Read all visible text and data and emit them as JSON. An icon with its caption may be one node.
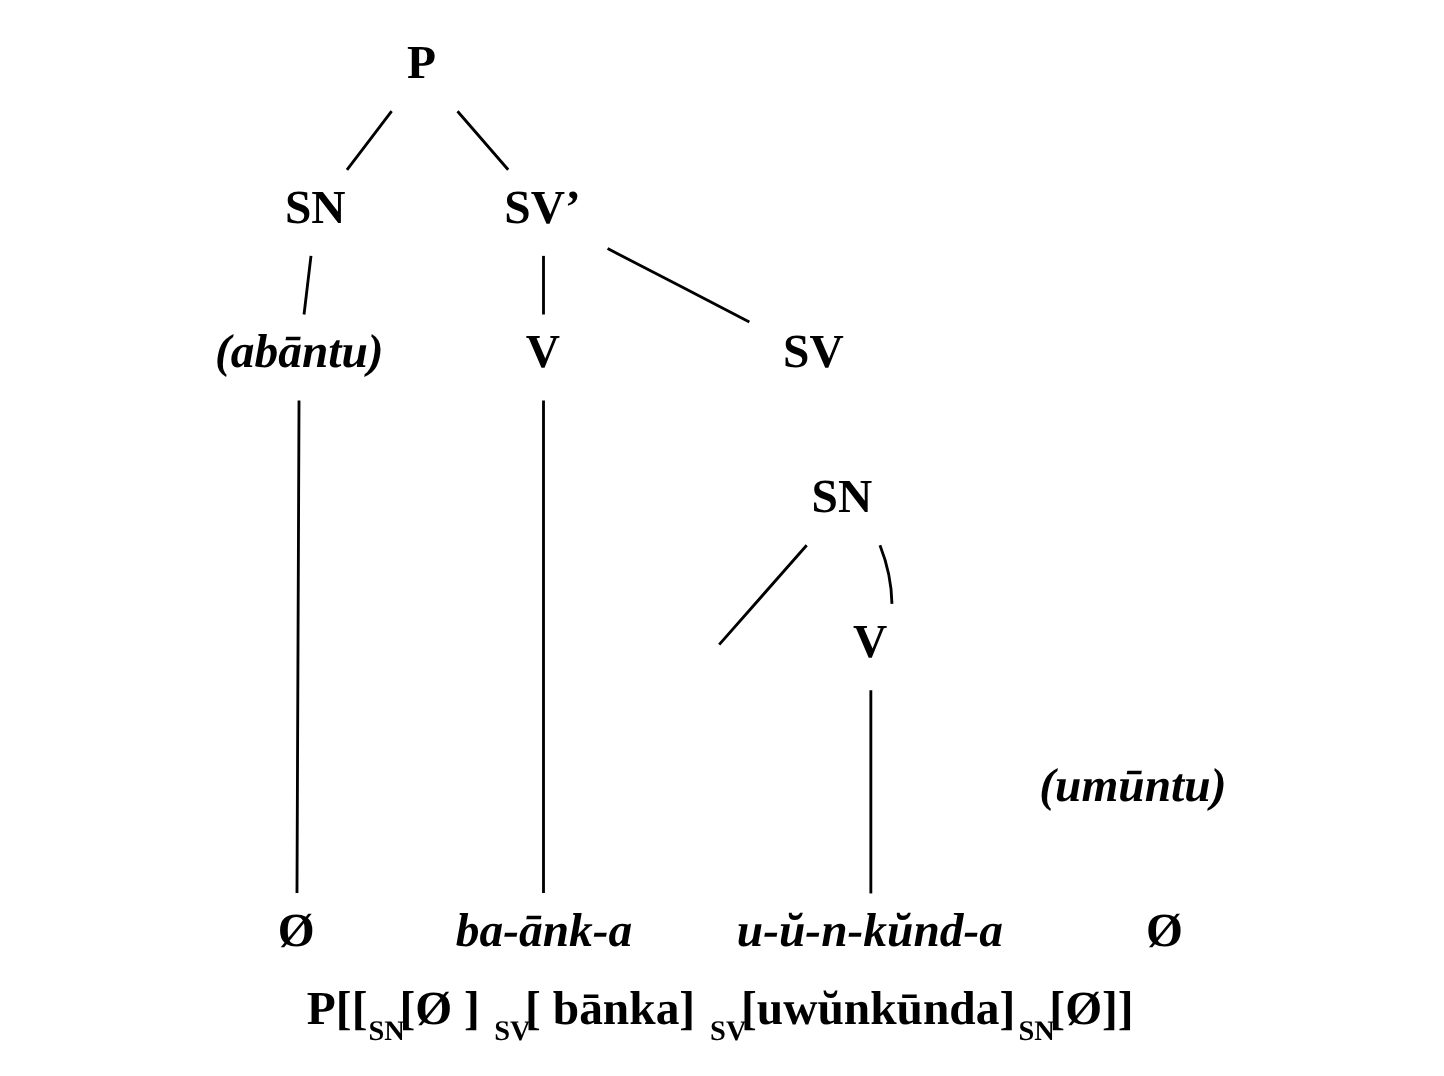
{
  "diagram": {
    "caption": "P[[$_{SN}$[Ø ] $_{SV}$[ bānka] $_{SV}$[uwŭnkūnda]$_{SN}$[Ø]]",
    "nodes": [
      {
        "text": [
          "P"
        ]
      },
      {
        "text": [
          "SN"
        ]
      },
      {
        "text": [
          "SV’"
        ]
      },
      {
        "text": [
          "(abāntu)"
        ]
      },
      {
        "text": [
          "V"
        ]
      },
      {
        "text": [
          "SV"
        ]
      },
      {
        "text": [
          "SN"
        ]
      },
      {
        "text": [
          "V"
        ]
      },
      {
        "text": [
          "(umūntu)"
        ]
      },
      {
        "text": [
          "Ø"
        ]
      },
      {
        "text": [
          "ba-ānk-a"
        ]
      },
      {
        "text": [
          "u-ŭ-n-kŭnd-a"
        ]
      },
      {
        "text": [
          "Ø"
        ]
      }
    ],
    "edges": [
      {
        "from": 0,
        "to": 1,
        "arrow": "none"
      },
      {
        "from": 0,
        "to": 2,
        "arrow": "none"
      },
      {
        "from": 1,
        "to": 3,
        "arrow": "none"
      },
      {
        "from": 3,
        "to": 9,
        "arrow": "none"
      },
      {
        "from": 2,
        "to": 4,
        "arrow": "none"
      },
      {
        "from": 2,
        "to": 5,
        "arrow": "none"
      },
      {
        "from": 4,
        "to": 10,
        "arrow": "none"
      },
      {
        "from": 6,
        "to": 7,
        "arrow": "none"
      },
      {
        "from": 6,
        "to": null,
        "arrow": "none"
      },
      {
        "from": 7,
        "to": 11,
        "arrow": "none"
      }
    ]
  }
}
